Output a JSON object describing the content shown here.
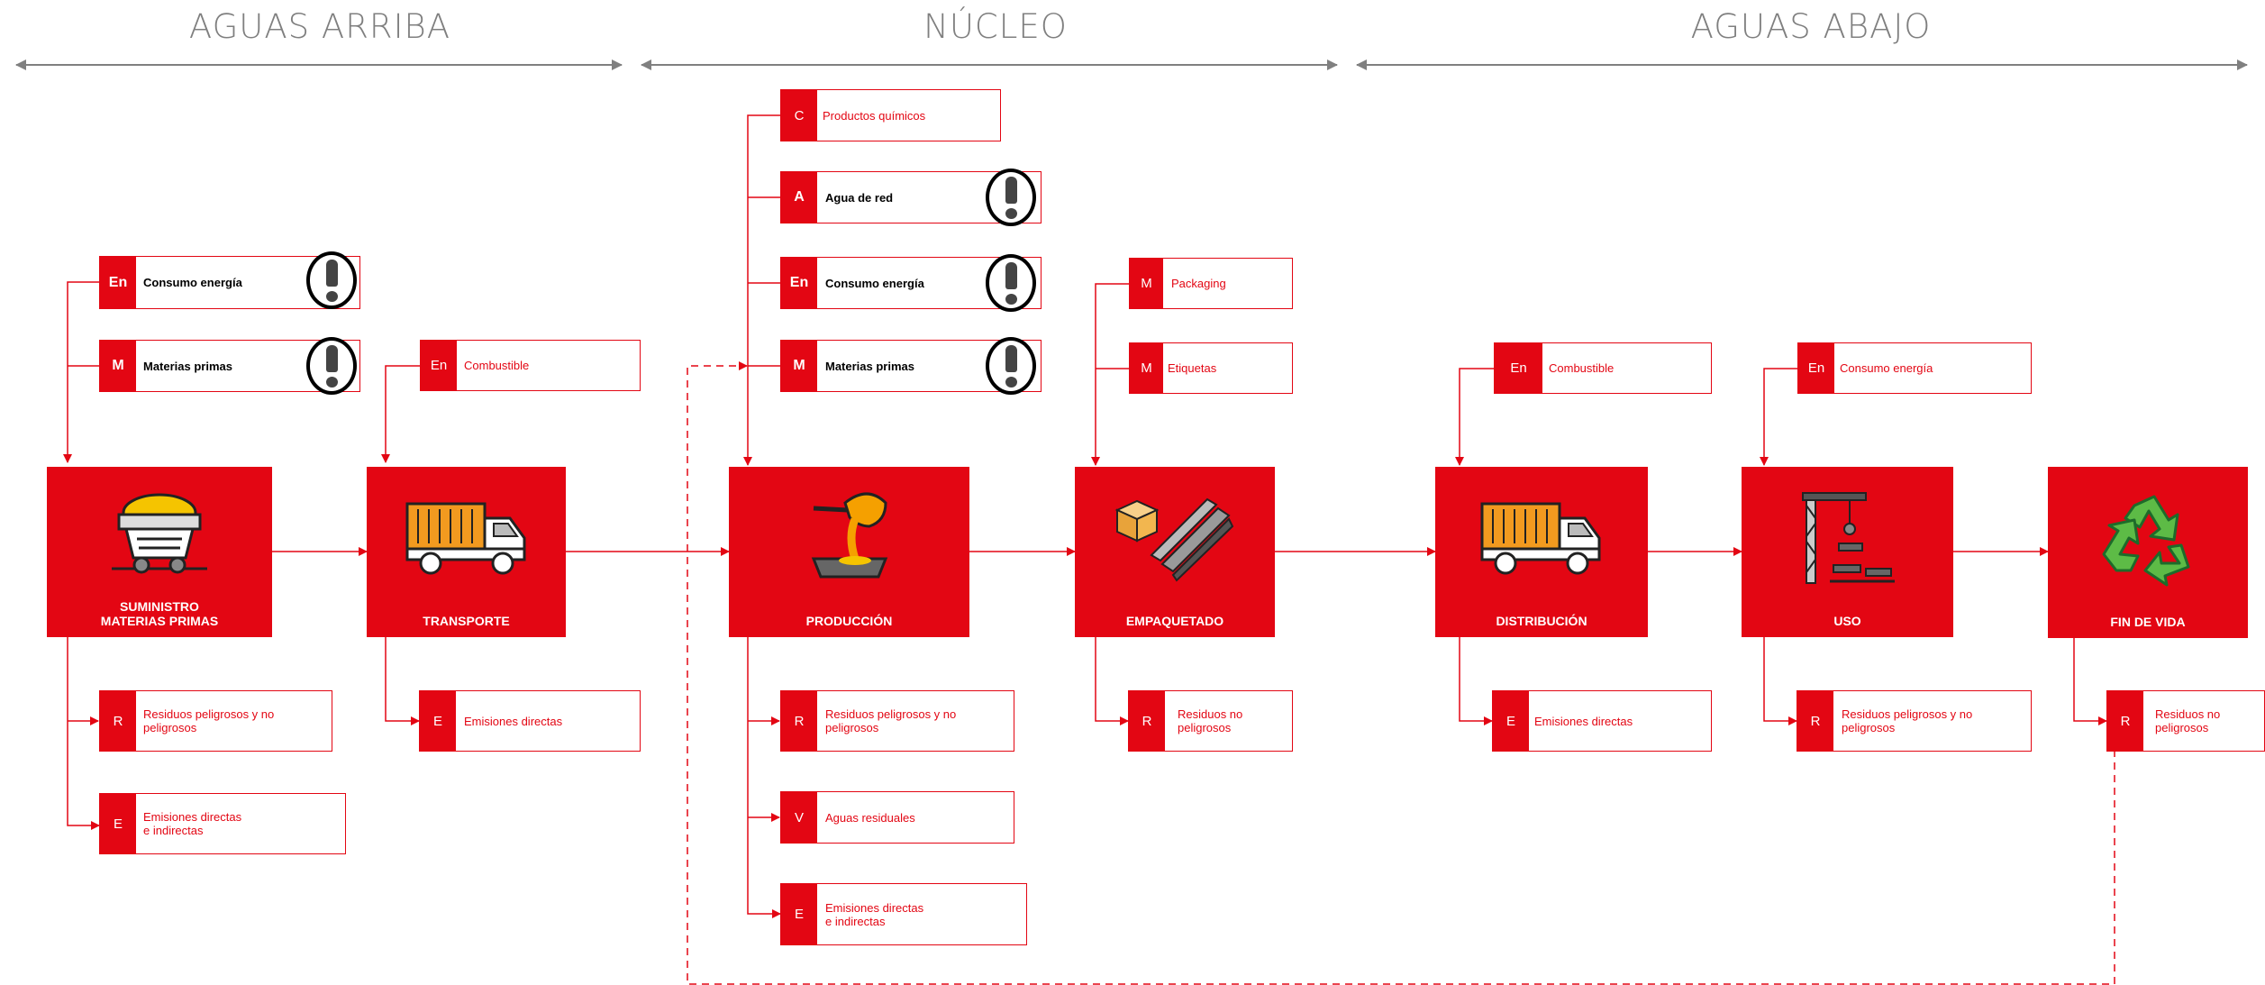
{
  "phases": {
    "upstream": "AGUAS ARRIBA",
    "core": "NÚCLEO",
    "downstream": "AGUAS ABAJO"
  },
  "stages": [
    {
      "label": "SUMINISTRO\nMATERIAS PRIMAS",
      "icon": "ore-cart-icon"
    },
    {
      "label": "TRANSPORTE",
      "icon": "truck-icon"
    },
    {
      "label": "PRODUCCIÓN",
      "icon": "pouring-crucible-icon"
    },
    {
      "label": "EMPAQUETADO",
      "icon": "package-beams-icon"
    },
    {
      "label": "DISTRIBUCIÓN",
      "icon": "truck-icon"
    },
    {
      "label": "USO",
      "icon": "crane-icon"
    },
    {
      "label": "FIN DE VIDA",
      "icon": "recycle-icon"
    }
  ],
  "inputs": {
    "suministro": [
      {
        "code": "En",
        "text": "Consumo energía",
        "alert": true
      },
      {
        "code": "M",
        "text": "Materias primas",
        "alert": true
      }
    ],
    "transporte": [
      {
        "code": "En",
        "text": "Combustible",
        "alert": false
      }
    ],
    "produccion": [
      {
        "code": "C",
        "text": "Productos químicos",
        "alert": false
      },
      {
        "code": "A",
        "text": "Agua de red",
        "alert": true
      },
      {
        "code": "En",
        "text": "Consumo energía",
        "alert": true
      },
      {
        "code": "M",
        "text": "Materias primas",
        "alert": true
      }
    ],
    "empaquetado": [
      {
        "code": "M",
        "text": "Packaging",
        "alert": false
      },
      {
        "code": "M",
        "text": "Etiquetas",
        "alert": false
      }
    ],
    "distribucion": [
      {
        "code": "En",
        "text": "Combustible",
        "alert": false
      }
    ],
    "uso": [
      {
        "code": "En",
        "text": "Consumo energía",
        "alert": false
      }
    ]
  },
  "outputs": {
    "suministro": [
      {
        "code": "R",
        "text": "Residuos peligrosos y no\npeligrosos"
      },
      {
        "code": "E",
        "text": "Emisiones directas\ne indirectas"
      }
    ],
    "transporte": [
      {
        "code": "E",
        "text": "Emisiones directas"
      }
    ],
    "produccion": [
      {
        "code": "R",
        "text": "Residuos peligrosos y no\npeligrosos"
      },
      {
        "code": "V",
        "text": "Aguas residuales"
      },
      {
        "code": "E",
        "text": "Emisiones directas\ne indirectas"
      }
    ],
    "empaquetado": [
      {
        "code": "R",
        "text": "Residuos no\npeligrosos"
      }
    ],
    "distribucion": [
      {
        "code": "E",
        "text": "Emisiones directas"
      }
    ],
    "uso": [
      {
        "code": "R",
        "text": "Residuos peligrosos y no\npeligrosos"
      }
    ],
    "fin_de_vida": [
      {
        "code": "R",
        "text": "Residuos no\npeligrosos"
      }
    ]
  },
  "colors": {
    "accent": "#e30613",
    "phase_text": "#7f7f7f",
    "phase_arrow": "#808080"
  }
}
